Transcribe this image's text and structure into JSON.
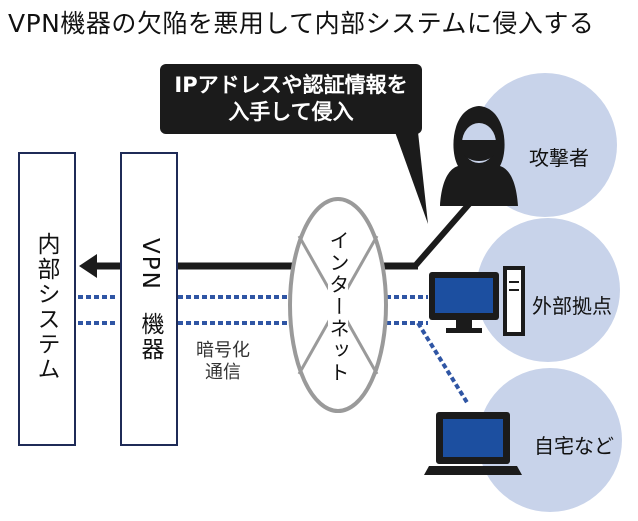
{
  "title": "VPN機器の欠陥を悪用して内部システムに侵入する",
  "callout": {
    "line1": "IPアドレスや認証情報を",
    "line2": "入手して侵入"
  },
  "internal_system": "内部システム",
  "vpn_device": {
    "line1": "VPN",
    "line2": "機器"
  },
  "encrypted_comm": {
    "line1": "暗号化",
    "line2": "通信"
  },
  "internet": "インターネット",
  "attacker": "攻撃者",
  "external_site": "外部拠点",
  "home": "自宅など",
  "colors": {
    "dark": "#1b1b1b",
    "navy": "#1f2b57",
    "circle": "#c8d3ea",
    "dot_line": "#2f55a4",
    "ellipse": "#9a9a9a",
    "monitor": "#1c4fa0"
  },
  "icons": {
    "attacker": "hooded-hacker-icon",
    "desktop": "desktop-computer-icon",
    "laptop": "laptop-icon",
    "arrow": "arrow-left-icon"
  }
}
